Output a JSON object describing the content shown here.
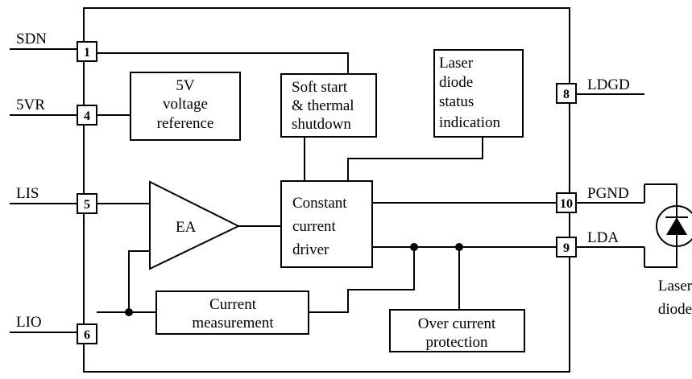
{
  "pins": {
    "sdn": {
      "name": "SDN",
      "number": "1"
    },
    "vr5": {
      "name": "5VR",
      "number": "4"
    },
    "lis": {
      "name": "LIS",
      "number": "5"
    },
    "lio": {
      "name": "LIO",
      "number": "6"
    },
    "ldgd": {
      "name": "LDGD",
      "number": "8"
    },
    "pgnd": {
      "name": "PGND",
      "number": "10"
    },
    "lda": {
      "name": "LDA",
      "number": "9"
    }
  },
  "blocks": {
    "vref": {
      "lines": [
        "5V",
        "voltage",
        "reference"
      ]
    },
    "soft": {
      "lines": [
        "Soft start",
        "& thermal",
        "shutdown"
      ]
    },
    "status": {
      "lines": [
        "Laser",
        "diode",
        "status",
        "indication"
      ]
    },
    "ea": {
      "label": "EA"
    },
    "driver": {
      "lines": [
        "Constant",
        "current",
        "driver"
      ]
    },
    "meas": {
      "lines": [
        "Current",
        "measurement"
      ]
    },
    "ocp": {
      "lines": [
        "Over current",
        "protection"
      ]
    }
  },
  "external": {
    "laser_lines": [
      "Laser",
      "diode"
    ]
  }
}
